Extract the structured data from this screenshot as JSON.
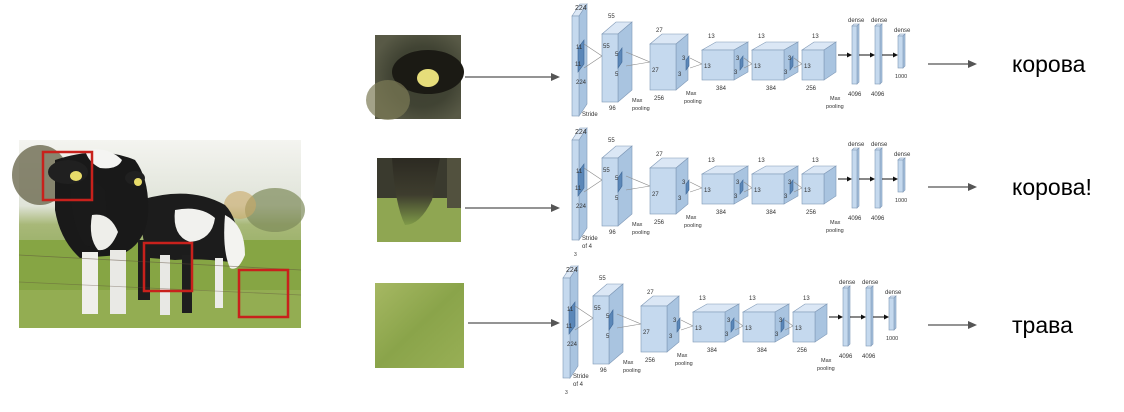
{
  "labels": [
    "корова",
    "корова!",
    "трава"
  ],
  "net": {
    "dims": {
      "input": "224",
      "k11": "11",
      "conv1": "55",
      "k5": "5",
      "conv2": "27",
      "k3": "3",
      "conv3": "13",
      "f96": "96",
      "f256": "256",
      "f384": "384",
      "dense": "dense",
      "d4096": "4096",
      "d1000": "1000",
      "ch3": "3"
    },
    "text": {
      "stride": "Stride",
      "of4": "of 4",
      "max": "Max",
      "pooling": "pooling"
    }
  },
  "colors": {
    "box_fill": "#c5d9ee",
    "box_side": "#a9c4e0",
    "box_top": "#dbe7f5",
    "kernel": "#5b87b8",
    "box_stroke": "#7f98b6",
    "patch_frame": "#c8211c",
    "arrow": "#555555"
  }
}
